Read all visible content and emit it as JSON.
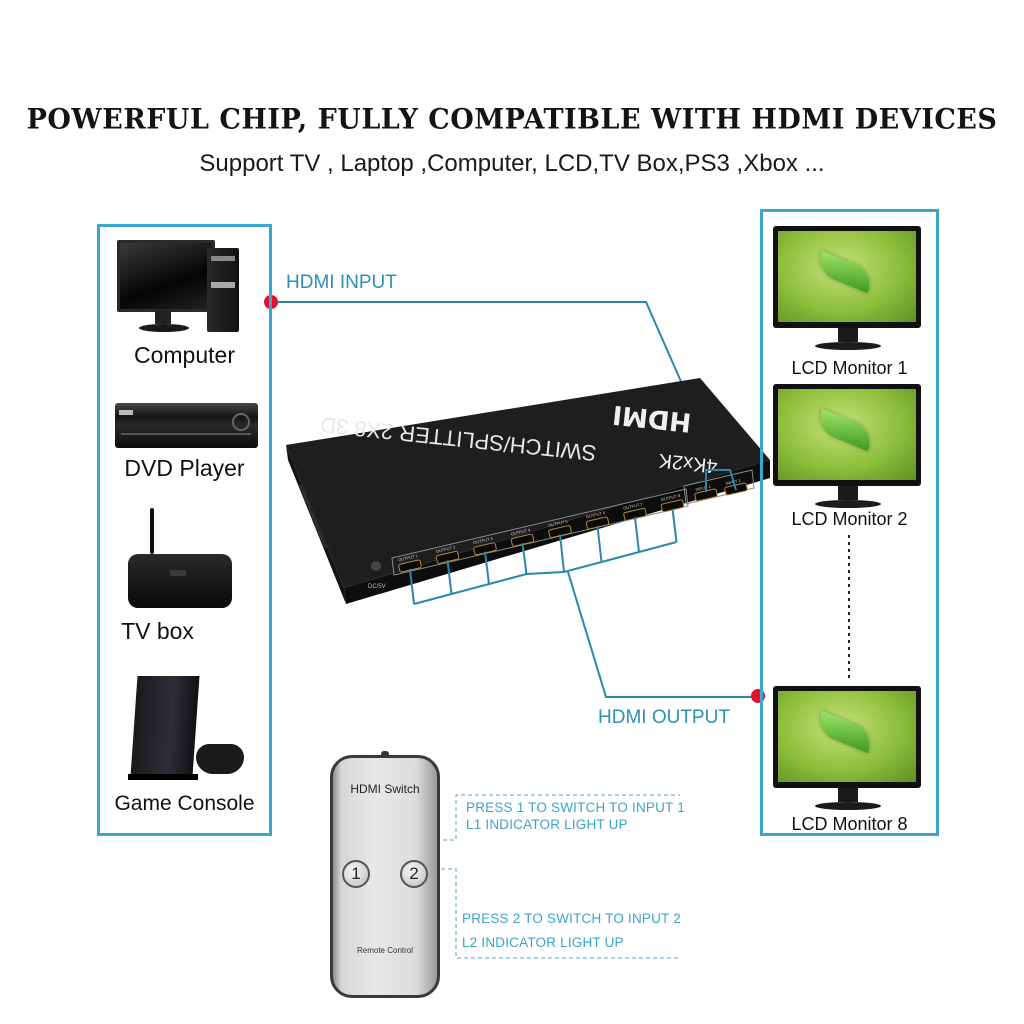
{
  "header": {
    "headline": "POWERFUL CHIP, FULLY COMPATIBLE WITH HDMI DEVICES",
    "subline": "Support TV , Laptop ,Computer, LCD,TV Box,PS3 ,Xbox ..."
  },
  "sources": {
    "items": [
      {
        "label": "Computer",
        "icon": "computer-icon"
      },
      {
        "label": "DVD Player",
        "icon": "dvd-player-icon"
      },
      {
        "label": "TV box",
        "icon": "tv-box-icon"
      },
      {
        "label": "Game Console",
        "icon": "game-console-icon"
      }
    ]
  },
  "displays": {
    "items": [
      {
        "label": "LCD Monitor 1"
      },
      {
        "label": "LCD Monitor 2"
      },
      {
        "label": "LCD Monitor 8"
      }
    ]
  },
  "callouts": {
    "input": "HDMI INPUT",
    "output": "HDMI OUTPUT"
  },
  "device": {
    "model_text": "SWITCH/SPLITTER 2X8 3D",
    "brand": "HDMI",
    "resolution": "4Kx2K",
    "power_label": "DC/5V",
    "outputs": [
      "OUTPUT 1",
      "OUTPUT 2",
      "OUTPUT 3",
      "OUTPUT 4",
      "OUTPUT 5",
      "OUTPUT 6",
      "OUTPUT 7",
      "OUTPUT 8"
    ],
    "inputs": [
      "INPUT 1",
      "INPUT 2"
    ]
  },
  "remote": {
    "title": "HDMI Switch",
    "button_1": "1",
    "button_2": "2",
    "footer": "Remote Control"
  },
  "notes": {
    "press1_line1": "PRESS 1 TO SWITCH TO INPUT 1",
    "press1_line2": "L1 INDICATOR LIGHT UP",
    "press2_line1": "PRESS 2 TO SWITCH TO INPUT 2",
    "press2_line2": "L2 INDICATOR LIGHT UP"
  },
  "colors": {
    "accent_blue": "#3da6cf",
    "dot_red": "#e8102a",
    "device_body": "#1b1b1b"
  }
}
